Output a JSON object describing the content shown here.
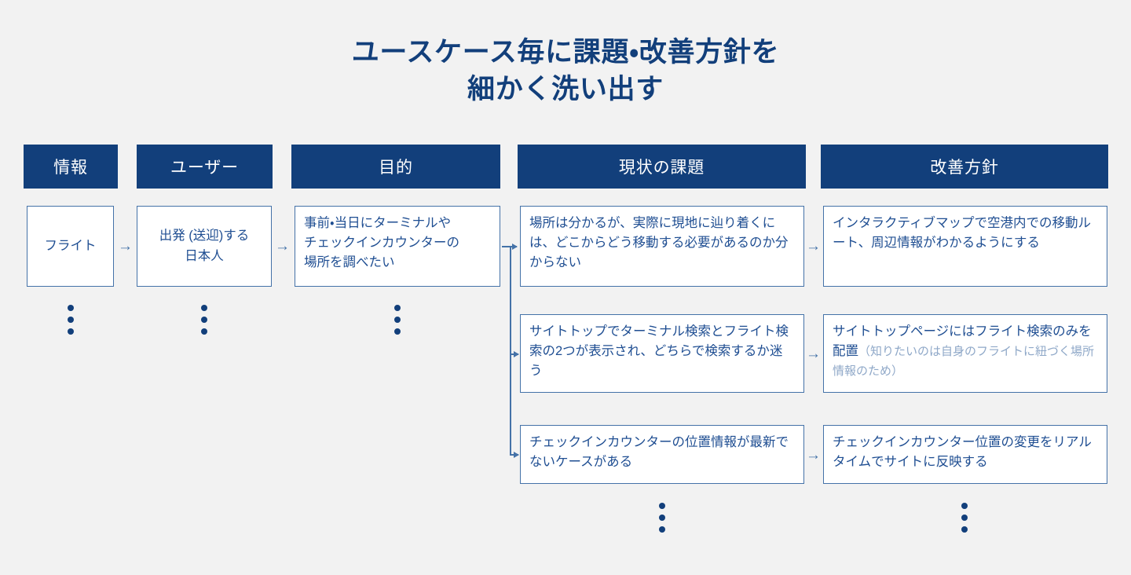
{
  "page": {
    "title": "ユースケース毎に課題・改善方針を\n細かく洗い出す",
    "background_color": "#f2f2f2",
    "header_color": "#123f7b",
    "box_border_color": "#4472a8",
    "text_color": "#1f4e92",
    "muted_text_color": "#8fa8c8"
  },
  "columns": [
    {
      "key": "information",
      "header": "情報"
    },
    {
      "key": "user",
      "header": "ユーザー"
    },
    {
      "key": "purpose",
      "header": "目的"
    },
    {
      "key": "current_issues",
      "header": "現状の課題"
    },
    {
      "key": "improvement_policy",
      "header": "改善方針"
    }
  ],
  "cells": {
    "information": "フライト",
    "user": "出発 (送迎)する\n日本人",
    "purpose": "事前・当日にターミナルや\nチェックインカウンターの\n場所を調べたい",
    "issues": [
      "場所は分かるが、実際に現地に辿り着くには、どこからどう移動する必要があるのか分からない",
      "サイトトップでターミナル検索とフライト検索の2つが表示され、どちらで検索するか迷う",
      "チェックインカウンターの位置情報が最新でないケースがある"
    ],
    "improvements": [
      {
        "main": "インタラクティブマップで空港内での移動ルート、周辺情報がわかるようにする",
        "note": ""
      },
      {
        "main": "サイトトップページにはフライト検索のみを配置",
        "note": "（知りたいのは自身のフライトに紐づく場所情報のため）"
      },
      {
        "main": "チェックインカウンター位置の変更をリアルタイムでサイトに反映する",
        "note": ""
      }
    ]
  },
  "connectors": {
    "arrow_glyph": "→",
    "ellipsis_label": "more-items-ellipsis"
  }
}
